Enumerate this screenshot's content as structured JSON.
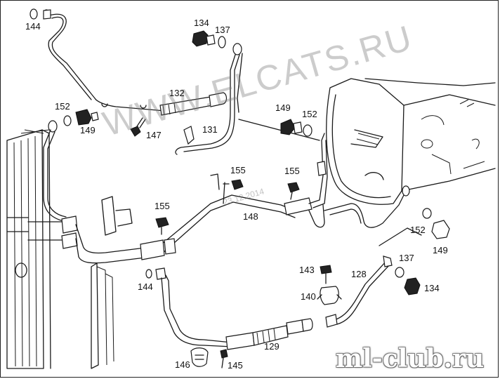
{
  "labels": {
    "144_top": "144",
    "134_top": "134",
    "137_top": "137",
    "132": "132",
    "152_left": "152",
    "149_left": "149",
    "147": "147",
    "131": "131",
    "149_mid": "149",
    "152_mid": "152",
    "155_a": "155",
    "155_b": "155",
    "155_c": "155",
    "148": "148",
    "152_right": "152",
    "149_right": "149",
    "137_right": "137",
    "134_right": "134",
    "128": "128",
    "143": "143",
    "140": "140",
    "144_low": "144",
    "129": "129",
    "146": "146",
    "145": "145"
  },
  "watermark": {
    "text": "WWW.ELCATS.RU",
    "date": "23.12.2014"
  },
  "logo": {
    "text": "ml-club.ru"
  }
}
